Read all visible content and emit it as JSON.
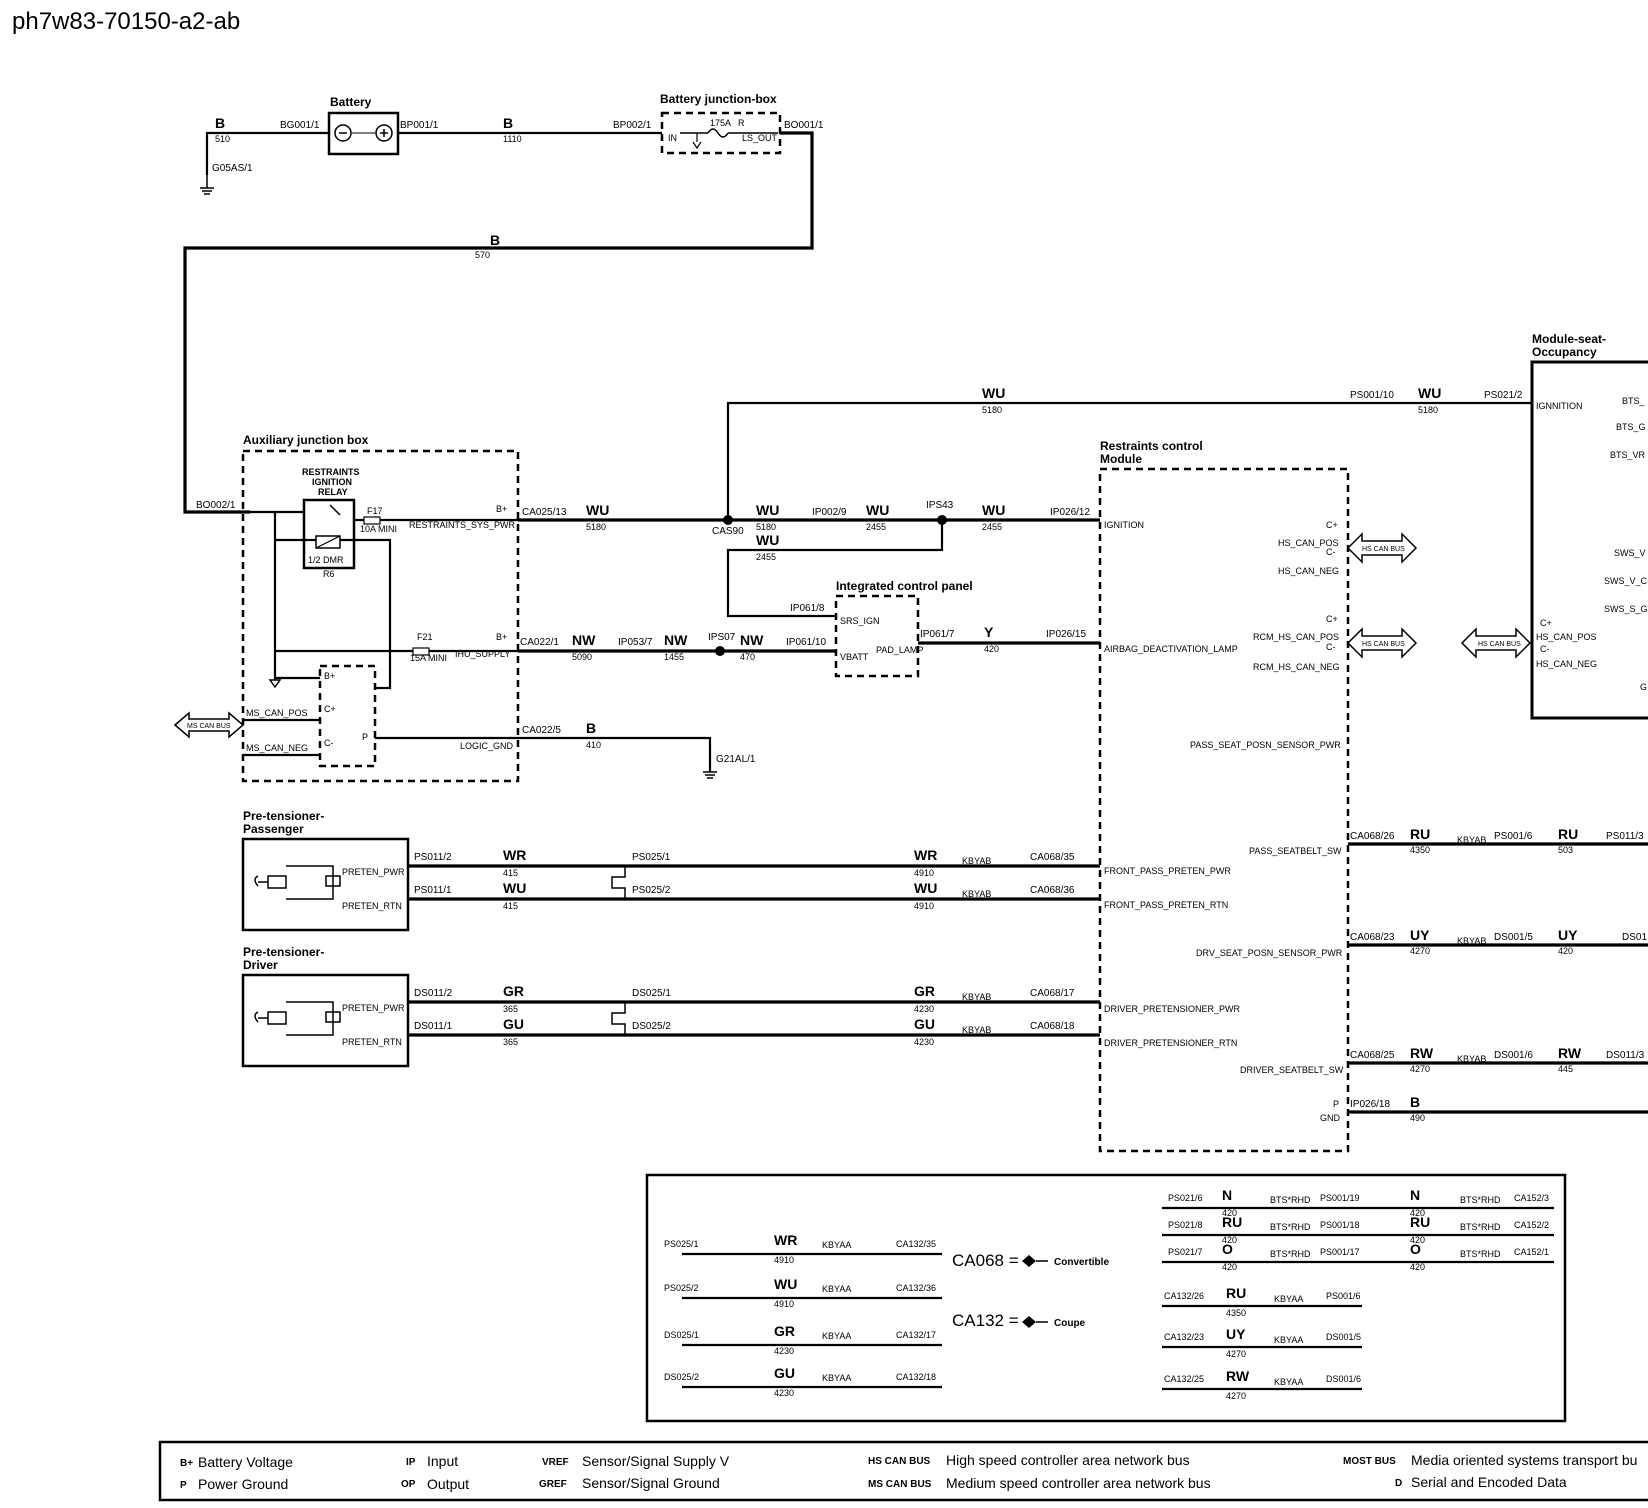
{
  "doc_id": "ph7w83-70150-a2-ab",
  "components": {
    "battery": "Battery",
    "battery_jb": "Battery junction-box",
    "aux_jb": "Auxiliary junction box",
    "relay": [
      "RESTRAINTS",
      "IGNITION",
      "RELAY"
    ],
    "relay_code": "R6",
    "relay_rating": "1/2 DMR",
    "icp": "Integrated control panel",
    "rcm": [
      "Restraints control",
      "Module"
    ],
    "mso": [
      "Module-seat-",
      "Occupancy"
    ],
    "pt_pass": [
      "Pre-tensioner-",
      "Passenger"
    ],
    "pt_drv": [
      "Pre-tensioner-",
      "Driver"
    ]
  },
  "connectors": {
    "bg001": "BG001/1",
    "bp001": "BP001/1",
    "bp002": "BP002/1",
    "bo001": "BO001/1",
    "g05as": "G05AS/1",
    "bo002": "BO002/1",
    "ca025": "CA025/13",
    "ca022_1": "CA022/1",
    "ca022_5": "CA022/5",
    "g21al": "G21AL/1",
    "cas90": "CAS90",
    "ip002": "IP002/9",
    "ips43": "IPS43",
    "ip026_12": "IP026/12",
    "ip061_8": "IP061/8",
    "ip053": "IP053/7",
    "ips07": "IPS07",
    "ip061_10": "IP061/10",
    "ip061_7": "IP061/7",
    "ip026_15": "IP026/15",
    "ps001_10": "PS001/10",
    "ps021_2": "PS021/2",
    "ps011_2": "PS011/2",
    "ps011_1": "PS011/1",
    "ps025_1": "PS025/1",
    "ps025_2": "PS025/2",
    "ca068_35": "CA068/35",
    "ca068_36": "CA068/36",
    "ds011_2": "DS011/2",
    "ds011_1": "DS011/1",
    "ds025_1": "DS025/1",
    "ds025_2": "DS025/2",
    "ca068_17": "CA068/17",
    "ca068_18": "CA068/18",
    "ca068_26": "CA068/26",
    "ps001_6": "PS001/6",
    "ps011_3": "PS011/3",
    "ca068_23": "CA068/23",
    "ds001_5": "DS001/5",
    "ds01": "DS01",
    "ca068_25": "CA068/25",
    "ds001_6": "DS001/6",
    "ds011_3": "DS011/3",
    "ip026_18": "IP026/18"
  },
  "fuses": {
    "f17": "F17",
    "f17_rating": "10A MINI",
    "f21": "F21",
    "f21_rating": "15A MINI",
    "main": "175A",
    "main_code": "R"
  },
  "pins": {
    "in": "IN",
    "ls_out": "LS_OUT",
    "bplus": "B+",
    "restraints_sys_pwr": "RESTRAINTS_SYS_PWR",
    "ihu_supply": "IHU_SUPPLY",
    "logic_gnd": "LOGIC_GND",
    "ms_can_pos": "MS_CAN_POS",
    "ms_can_neg": "MS_CAN_NEG",
    "cplus": "C+",
    "cminus": "C-",
    "p": "P",
    "srs_ign": "SRS_IGN",
    "vbatt": "VBATT",
    "pad_lamp": "PAD_LAMP",
    "ignition": "IGNITION",
    "hs_can_pos": "HS_CAN_POS",
    "hs_can_neg": "HS_CAN_NEG",
    "rcm_hs_can_pos": "RCM_HS_CAN_POS",
    "rcm_hs_can_neg": "RCM_HS_CAN_NEG",
    "airbag_lamp": "AIRBAG_DEACTIVATION_LAMP",
    "pass_seat_posn": "PASS_SEAT_POSN_SENSOR_PWR",
    "pass_seatbelt": "PASS_SEATBELT_SW",
    "front_pass_pwr": "FRONT_PASS_PRETEN_PWR",
    "front_pass_rtn": "FRONT_PASS_PRETEN_RTN",
    "drv_seat_posn": "DRV_SEAT_POSN_SENSOR_PWR",
    "drv_pwr": "DRIVER_PRETENSIONER_PWR",
    "drv_rtn": "DRIVER_PRETENSIONER_RTN",
    "drv_seatbelt": "DRIVER_SEATBELT_SW",
    "gnd": "GND",
    "preten_pwr": "PRETEN_PWR",
    "preten_rtn": "PRETEN_RTN",
    "ignnition": "IGNNITION",
    "bts_1": "BTS_",
    "bts_2": "BTS_G",
    "bts_vr": "BTS_VR",
    "sws_v": "SWS_V",
    "sws_v_c": "SWS_V_C",
    "sws_s_g": "SWS_S_G",
    "g": "G"
  },
  "wires": {
    "b": "B",
    "wu": "WU",
    "nw": "NW",
    "y": "Y",
    "wr": "WR",
    "gr": "GR",
    "gu": "GU",
    "ru": "RU",
    "uy": "UY",
    "rw": "RW",
    "n": "N",
    "o": "O",
    "n510": "510",
    "n1110": "1110",
    "n570": "570",
    "n5180": "5180",
    "n2455": "2455",
    "n5090": "5090",
    "n1455": "1455",
    "n470": "470",
    "n420": "420",
    "n410": "410",
    "n415": "415",
    "n4910": "4910",
    "n365": "365",
    "n4230": "4230",
    "n4350": "4350",
    "n503": "503",
    "n4270": "4270",
    "n445": "445",
    "n490": "490",
    "kbyab": "KBYAB",
    "kbyaa": "KBYAA",
    "bts_rhd": "BTS*RHD"
  },
  "buses": {
    "ms": "MS CAN BUS",
    "hs": "HS CAN BUS"
  },
  "inset": {
    "left_rows": [
      {
        "from": "PS025/1",
        "color": "WR",
        "num": "4910",
        "opt": "KBYAA",
        "to": "CA132/35"
      },
      {
        "from": "PS025/2",
        "color": "WU",
        "num": "4910",
        "opt": "KBYAA",
        "to": "CA132/36"
      },
      {
        "from": "DS025/1",
        "color": "GR",
        "num": "4230",
        "opt": "KBYAA",
        "to": "CA132/17"
      },
      {
        "from": "DS025/2",
        "color": "GU",
        "num": "4230",
        "opt": "KBYAA",
        "to": "CA132/18"
      }
    ],
    "ca068_eq": "CA068 =",
    "convertible": "Convertible",
    "ca132_eq": "CA132 =",
    "coupe": "Coupe",
    "right_top": [
      {
        "a": "PS021/6",
        "c1": "N",
        "n1": "420",
        "opt": "BTS*RHD",
        "b": "PS001/19",
        "c2": "N",
        "n2": "420",
        "opt2": "BTS*RHD",
        "d": "CA152/3"
      },
      {
        "a": "PS021/8",
        "c1": "RU",
        "n1": "420",
        "opt": "BTS*RHD",
        "b": "PS001/18",
        "c2": "RU",
        "n2": "420",
        "opt2": "BTS*RHD",
        "d": "CA152/2"
      },
      {
        "a": "PS021/7",
        "c1": "O",
        "n1": "420",
        "opt": "BTS*RHD",
        "b": "PS001/17",
        "c2": "O",
        "n2": "420",
        "opt2": "BTS*RHD",
        "d": "CA152/1"
      }
    ],
    "right_bottom": [
      {
        "from": "CA132/26",
        "color": "RU",
        "num": "4350",
        "opt": "KBYAA",
        "to": "PS001/6"
      },
      {
        "from": "CA132/23",
        "color": "UY",
        "num": "4270",
        "opt": "KBYAA",
        "to": "DS001/5"
      },
      {
        "from": "CA132/25",
        "color": "RW",
        "num": "4270",
        "opt": "KBYAA",
        "to": "DS001/6"
      }
    ]
  },
  "legend": [
    {
      "abbr": "B+",
      "text": "Battery Voltage"
    },
    {
      "abbr": "P",
      "text": "Power Ground"
    },
    {
      "abbr": "IP",
      "text": "Input"
    },
    {
      "abbr": "OP",
      "text": "Output"
    },
    {
      "abbr": "VREF",
      "text": "Sensor/Signal Supply V"
    },
    {
      "abbr": "GREF",
      "text": "Sensor/Signal Ground"
    },
    {
      "abbr": "HS CAN BUS",
      "text": "High speed controller area network bus"
    },
    {
      "abbr": "MS CAN BUS",
      "text": "Medium speed controller area network bus"
    },
    {
      "abbr": "MOST BUS",
      "text": "Media oriented systems transport bu"
    },
    {
      "abbr": "D",
      "text": "Serial and Encoded Data"
    }
  ]
}
